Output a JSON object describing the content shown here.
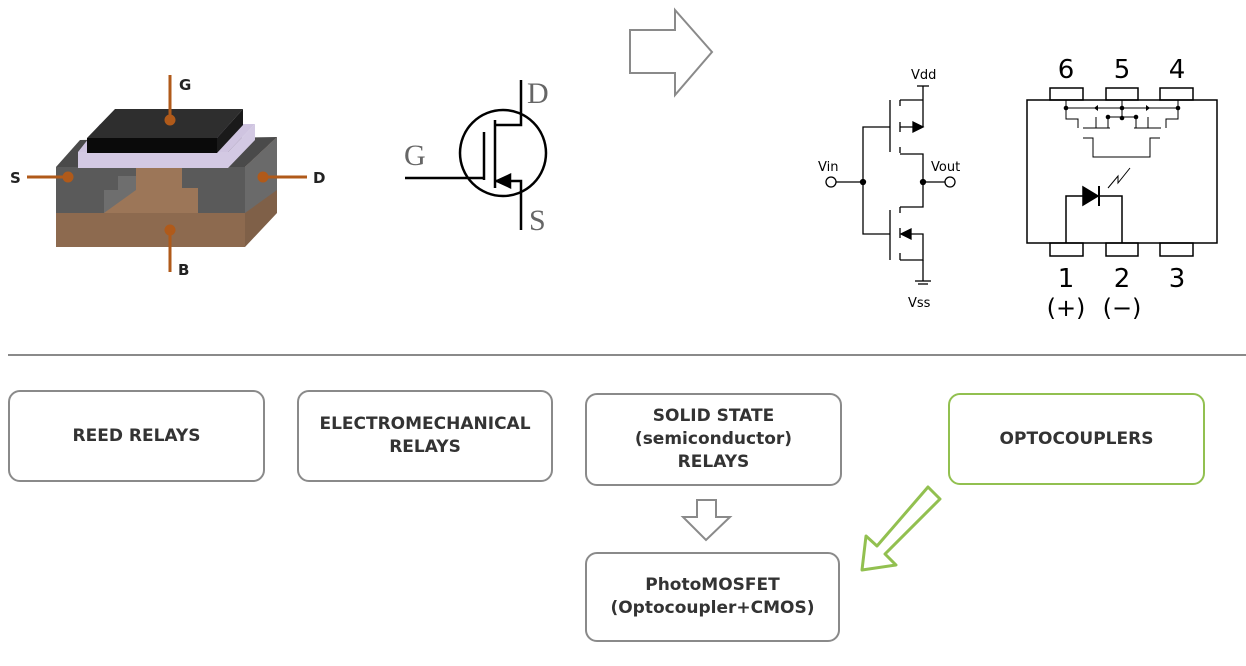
{
  "mosfet_3d": {
    "gate": "G",
    "source": "S",
    "drain": "D",
    "body": "B",
    "lead_color": "#b05a1a"
  },
  "mosfet_symbol": {
    "gate": "G",
    "drain": "D",
    "source": "S"
  },
  "cmos": {
    "vdd": "Vdd",
    "vss": "Vss",
    "vin": "Vin",
    "vout": "Vout"
  },
  "optocoupler_chip": {
    "top_pins": [
      "6",
      "5",
      "4"
    ],
    "bottom_pins": [
      "1",
      "2",
      "3"
    ],
    "pin1_polarity": "(+)",
    "pin2_polarity": "(−)"
  },
  "categories": {
    "reed": "REED RELAYS",
    "electromechanical": [
      "ELECTROMECHANICAL",
      "RELAYS"
    ],
    "solid_state": [
      "SOLID STATE",
      "(semiconductor)",
      "RELAYS"
    ],
    "optocouplers": "OPTOCOUPLERS",
    "photomosfet": [
      "PhotoMOSFET",
      "(Optocoupler+CMOS)"
    ]
  },
  "colors": {
    "box_border": "#8a8a8a",
    "optocoupler_border": "#92c050",
    "arrow_green": "#92c050"
  }
}
